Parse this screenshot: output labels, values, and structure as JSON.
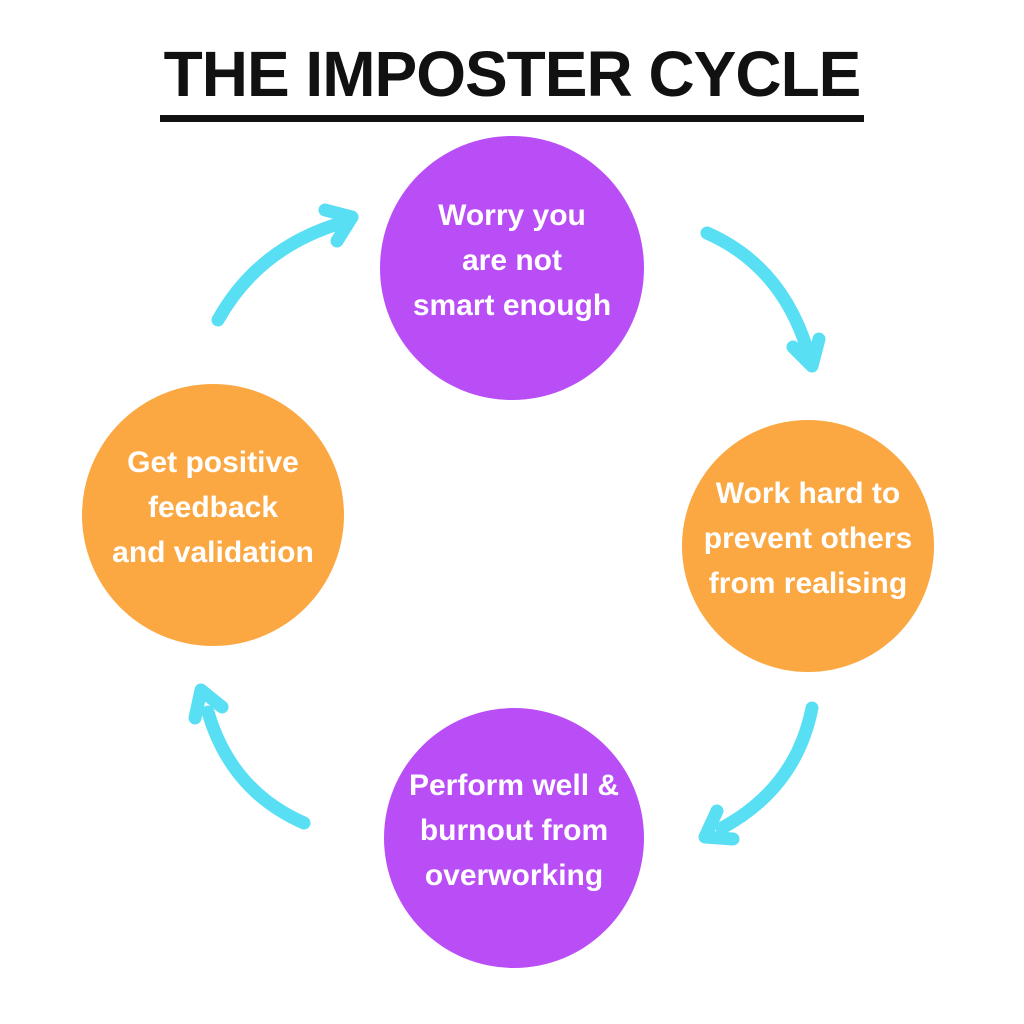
{
  "title": {
    "text": "THE IMPOSTER CYCLE"
  },
  "colors": {
    "purple": "#b94ef7",
    "orange": "#fba843",
    "arrow": "#59dff3",
    "title_text": "#111111",
    "circle_text": "#ffffff",
    "background": "#ffffff"
  },
  "cycle": {
    "steps": [
      {
        "name": "worry-not-smart-enough",
        "position": "top",
        "fill": "purple",
        "lines": [
          "Worry you",
          "are not",
          "smart enough"
        ]
      },
      {
        "name": "work-hard-prevent-others",
        "position": "right",
        "fill": "orange",
        "lines": [
          "Work hard to",
          "prevent others",
          "from realising"
        ]
      },
      {
        "name": "perform-well-burnout",
        "position": "bottom",
        "fill": "purple",
        "lines": [
          "Perform well &",
          "burnout from",
          "overworking"
        ]
      },
      {
        "name": "positive-feedback-validation",
        "position": "left",
        "fill": "orange",
        "lines": [
          "Get positive",
          "feedback",
          "and validation"
        ]
      }
    ],
    "arrows": [
      {
        "name": "arrow-left-to-top",
        "from": "positive-feedback-validation",
        "to": "worry-not-smart-enough"
      },
      {
        "name": "arrow-top-to-right",
        "from": "worry-not-smart-enough",
        "to": "work-hard-prevent-others"
      },
      {
        "name": "arrow-right-to-bottom",
        "from": "work-hard-prevent-others",
        "to": "perform-well-burnout"
      },
      {
        "name": "arrow-bottom-to-left",
        "from": "perform-well-burnout",
        "to": "positive-feedback-validation"
      }
    ]
  }
}
